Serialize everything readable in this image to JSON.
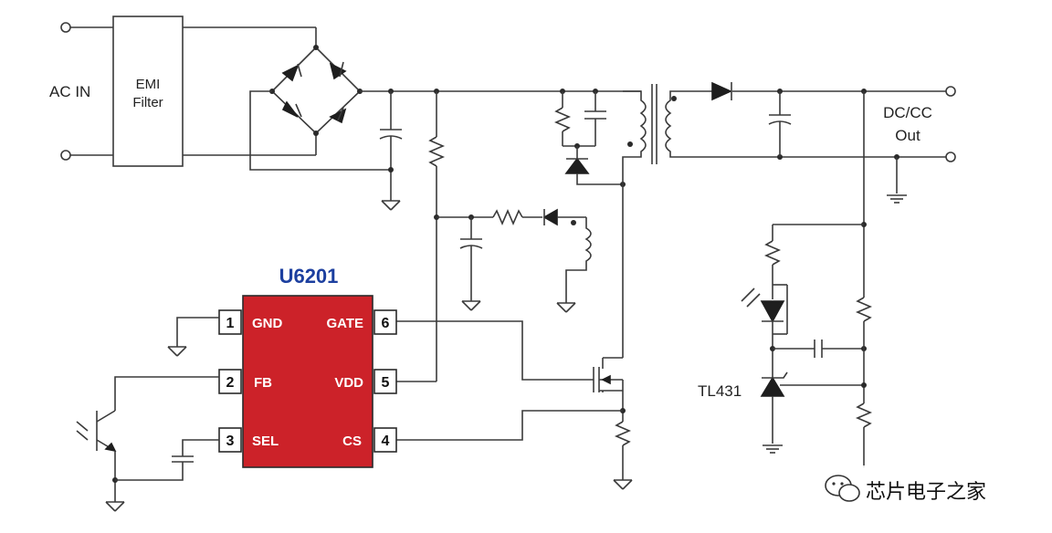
{
  "input_label": "AC IN",
  "filter_label_line1": "EMI",
  "filter_label_line2": "Filter",
  "output_label_line1": "DC/CC",
  "output_label_line2": "Out",
  "chip": {
    "name": "U6201",
    "color": "#cc2229",
    "pins": [
      {
        "num": "1",
        "name": "GND"
      },
      {
        "num": "2",
        "name": "FB"
      },
      {
        "num": "3",
        "name": "SEL"
      },
      {
        "num": "4",
        "name": "CS"
      },
      {
        "num": "5",
        "name": "VDD"
      },
      {
        "num": "6",
        "name": "GATE"
      }
    ]
  },
  "regulator_label": "TL431",
  "watermark": "芯片电子之家"
}
